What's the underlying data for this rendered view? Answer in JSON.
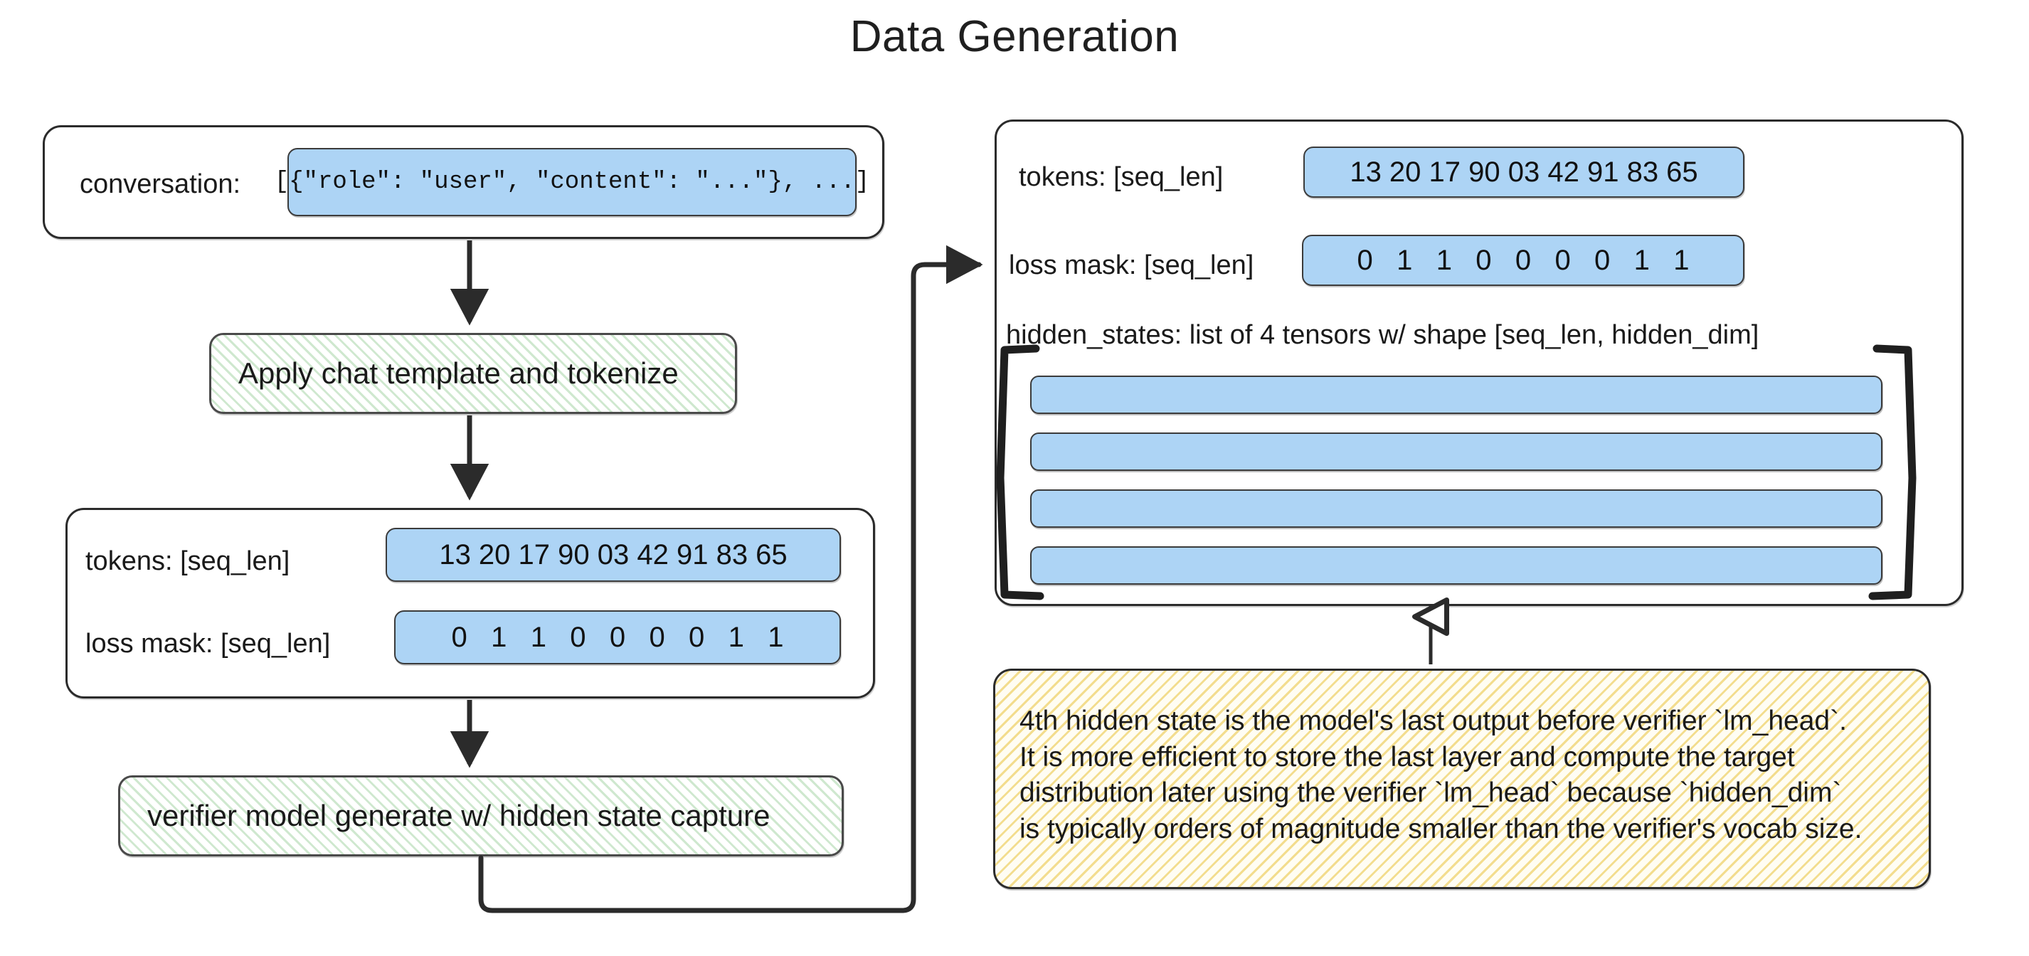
{
  "title": "Data Generation",
  "left_flow": {
    "input_box": {
      "label": "conversation:",
      "value": "[{\"role\": \"user\", \"content\": \"...\"}, ...]"
    },
    "step_1": {
      "label": "Apply chat template and tokenize"
    },
    "tokens_box": {
      "tokens_label": "tokens: [seq_len]",
      "tokens_value": "13 20 17 90 03 42 91 83 65",
      "loss_mask_label": "loss mask: [seq_len]",
      "loss_mask_value": "0   1   1   0   0   0   0   1   1"
    },
    "step_2": {
      "label": "verifier model generate w/ hidden state capture"
    }
  },
  "right_panel": {
    "tokens_label": "tokens: [seq_len]",
    "tokens_value": "13 20 17 90 03 42 91 83 65",
    "loss_mask_label": "loss mask: [seq_len]",
    "loss_mask_value": "0   1   1   0   0   0   0   1   1",
    "hidden_states_caption": "hidden_states: list of 4 tensors w/ shape [seq_len, hidden_dim]",
    "hidden_state_count": 4,
    "bracket_open": "[",
    "bracket_close": "]"
  },
  "note": {
    "lines": [
      "4th hidden state is the model's last output before verifier `lm_head`.",
      "It is more efficient to store the last layer and compute the target",
      "distribution later using the verifier `lm_head` because `hidden_dim`",
      "is typically orders of magnitude smaller than the verifier's vocab size."
    ]
  },
  "colors": {
    "data_blue": "#ADD4F5",
    "process_green": "#cfe8cf",
    "note_yellow": "#f3dd8e",
    "stroke": "#2b2b2b",
    "background": "#ffffff"
  }
}
